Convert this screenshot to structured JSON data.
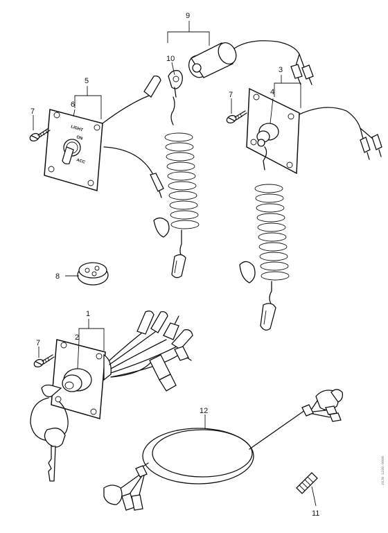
{
  "callouts": {
    "c1": "1",
    "c2": "2",
    "c3": "3",
    "c4": "4",
    "c5": "5",
    "c6": "6",
    "c7a": "7",
    "c7b": "7",
    "c7c": "7",
    "c8": "8",
    "c9": "9",
    "c10": "10",
    "c11": "11",
    "c12": "12"
  },
  "switch_markings": {
    "light": "LIGHT",
    "on": "ON",
    "acc": "ACC"
  },
  "margin_code": "20JH 1100-0000"
}
